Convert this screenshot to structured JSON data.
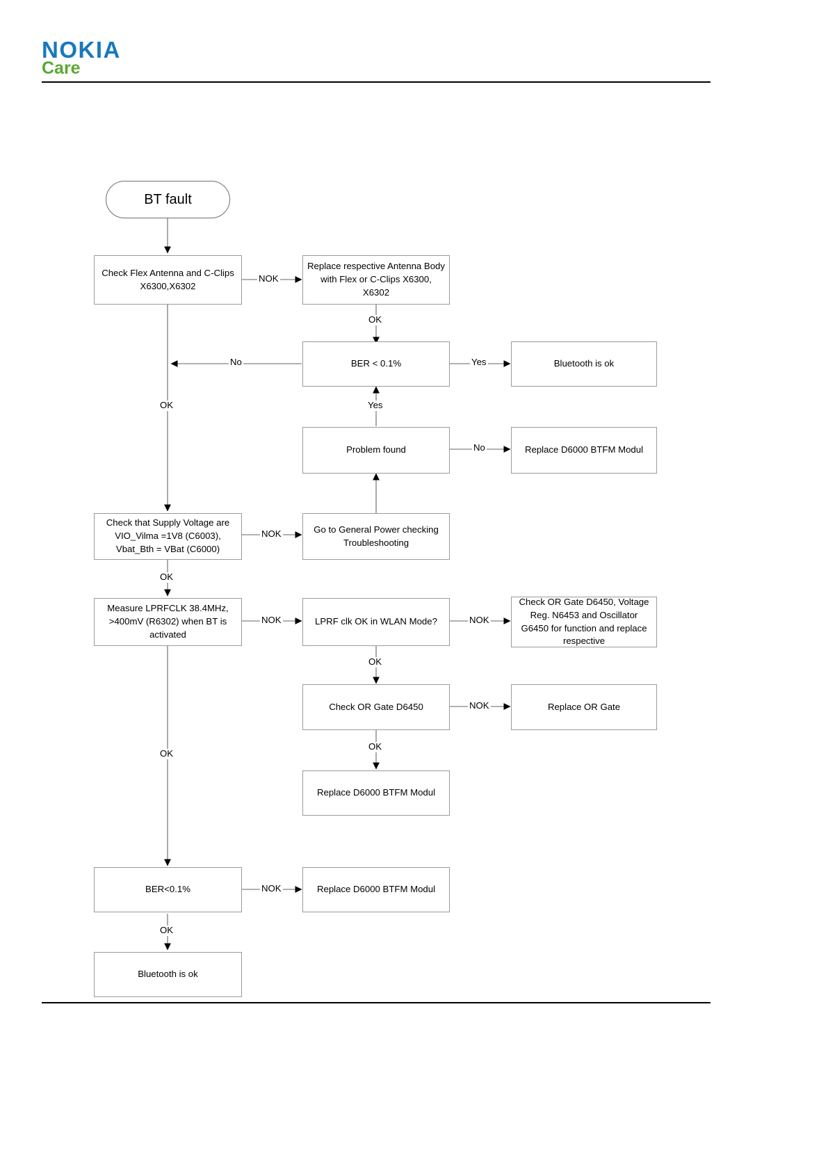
{
  "header": {
    "logo_primary": "NOKIA",
    "logo_secondary": "Care"
  },
  "chart_data": {
    "type": "diagram",
    "title": "BT fault troubleshooting flowchart",
    "nodes": [
      {
        "id": "start",
        "shape": "terminator",
        "label": "BT fault"
      },
      {
        "id": "check_flex",
        "shape": "process",
        "label": "Check Flex Antenna and C-Clips X6300,X6302"
      },
      {
        "id": "replace_ant",
        "shape": "process",
        "label": "Replace respective Antenna Body with Flex or C-Clips X6300, X6302"
      },
      {
        "id": "ber1",
        "shape": "process",
        "label": "BER < 0.1%"
      },
      {
        "id": "bt_ok1",
        "shape": "process",
        "label": "Bluetooth is ok"
      },
      {
        "id": "problem",
        "shape": "process",
        "label": "Problem found"
      },
      {
        "id": "replace_d1",
        "shape": "process",
        "label": "Replace D6000 BTFM Modul"
      },
      {
        "id": "check_supply",
        "shape": "process",
        "label": "Check that Supply Voltage are VIO_Vilma =1V8 (C6003), Vbat_Bth = VBat (C6000)"
      },
      {
        "id": "goto_power",
        "shape": "process",
        "label": "Go to General Power checking Troubleshooting"
      },
      {
        "id": "measure_clk",
        "shape": "process",
        "label": "Measure LPRFCLK 38.4MHz, >400mV (R6302) when BT is activated"
      },
      {
        "id": "lprf_wlan",
        "shape": "process",
        "label": "LPRF clk OK in WLAN Mode?"
      },
      {
        "id": "check_or_v",
        "shape": "process",
        "label": "Check OR Gate D6450, Voltage Reg. N6453 and Oscillator G6450 for function and replace respective"
      },
      {
        "id": "check_or",
        "shape": "process",
        "label": "Check OR Gate D6450"
      },
      {
        "id": "replace_or",
        "shape": "process",
        "label": "Replace OR Gate"
      },
      {
        "id": "replace_d2",
        "shape": "process",
        "label": "Replace D6000 BTFM Modul"
      },
      {
        "id": "ber2",
        "shape": "process",
        "label": "BER<0.1%"
      },
      {
        "id": "replace_d3",
        "shape": "process",
        "label": "Replace D6000 BTFM Modul"
      },
      {
        "id": "bt_ok2",
        "shape": "process",
        "label": "Bluetooth is ok"
      }
    ],
    "edges": [
      {
        "from": "start",
        "to": "check_flex",
        "label": ""
      },
      {
        "from": "check_flex",
        "to": "replace_ant",
        "label": "NOK"
      },
      {
        "from": "replace_ant",
        "to": "ber1",
        "label": "OK"
      },
      {
        "from": "ber1",
        "to": "bt_ok1",
        "label": "Yes"
      },
      {
        "from": "ber1",
        "to": "check_supply",
        "label": "No"
      },
      {
        "from": "problem",
        "to": "ber1",
        "label": "Yes"
      },
      {
        "from": "problem",
        "to": "replace_d1",
        "label": "No"
      },
      {
        "from": "check_flex",
        "to": "check_supply",
        "label": "OK"
      },
      {
        "from": "check_supply",
        "to": "goto_power",
        "label": "NOK"
      },
      {
        "from": "goto_power",
        "to": "problem",
        "label": ""
      },
      {
        "from": "check_supply",
        "to": "measure_clk",
        "label": "OK"
      },
      {
        "from": "measure_clk",
        "to": "lprf_wlan",
        "label": "NOK"
      },
      {
        "from": "lprf_wlan",
        "to": "check_or_v",
        "label": "NOK"
      },
      {
        "from": "lprf_wlan",
        "to": "check_or",
        "label": "OK"
      },
      {
        "from": "check_or",
        "to": "replace_or",
        "label": "NOK"
      },
      {
        "from": "check_or",
        "to": "replace_d2",
        "label": "OK"
      },
      {
        "from": "measure_clk",
        "to": "ber2",
        "label": "OK"
      },
      {
        "from": "ber2",
        "to": "replace_d3",
        "label": "NOK"
      },
      {
        "from": "ber2",
        "to": "bt_ok2",
        "label": "OK"
      }
    ],
    "edge_labels": [
      "NOK",
      "OK",
      "Yes",
      "No",
      "Yes",
      "No",
      "OK",
      "NOK",
      "OK",
      "NOK",
      "NOK",
      "OK",
      "NOK",
      "OK",
      "OK",
      "NOK",
      "OK"
    ]
  },
  "colors": {
    "nokia_blue": "#1878be",
    "care_green": "#5aa832",
    "box_border": "#9a9a9a",
    "line": "#666666"
  },
  "labels": {
    "l_nok_1": "NOK",
    "l_ok_1": "OK",
    "l_no_1": "No",
    "l_yes_1": "Yes",
    "l_yes_2": "Yes",
    "l_no_2": "No",
    "l_ok_2": "OK",
    "l_nok_2": "NOK",
    "l_ok_3": "OK",
    "l_nok_3": "NOK",
    "l_nok_4": "NOK",
    "l_ok_4": "OK",
    "l_nok_5": "NOK",
    "l_ok_5": "OK",
    "l_ok_6": "OK",
    "l_nok_6": "NOK",
    "l_ok_7": "OK"
  }
}
